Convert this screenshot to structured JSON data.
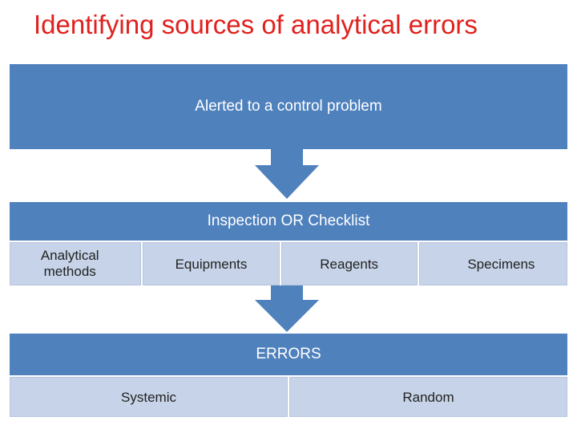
{
  "title": "Identifying sources of analytical errors",
  "step1": "Alerted to a control problem",
  "step2": {
    "label": "Inspection OR Checklist",
    "items": [
      "Analytical\nmethods",
      "Equipments",
      "Reagents",
      "Specimens"
    ]
  },
  "step3": {
    "label": "ERRORS",
    "items": [
      "Systemic",
      "Random"
    ]
  },
  "colors": {
    "title": "#e0211d",
    "band": "#4f81bd",
    "cell": "#c6d3e8"
  }
}
